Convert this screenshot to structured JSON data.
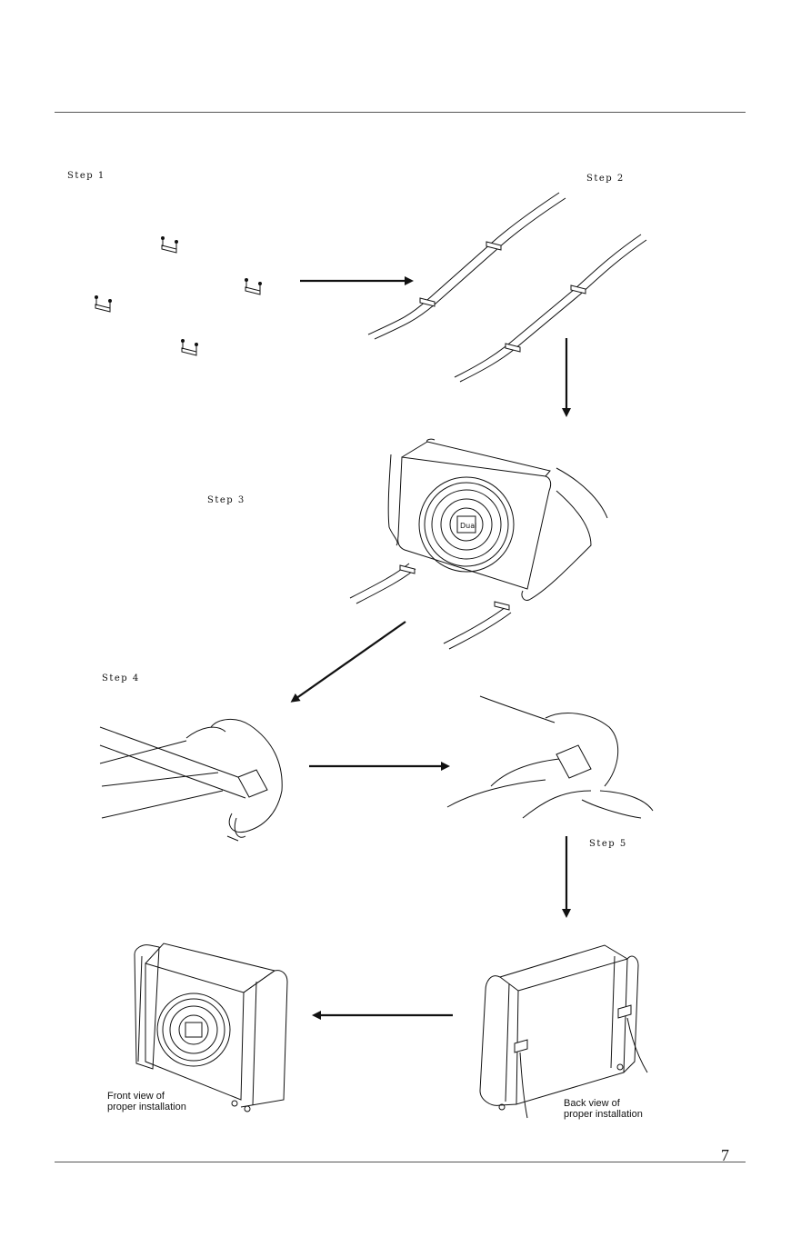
{
  "steps": {
    "step1": "Step 1",
    "step2": "Step 2",
    "step3": "Step 3",
    "step4": "Step 4",
    "step5": "Step 5"
  },
  "captions": {
    "front_line1": "Front view of",
    "front_line2": "proper installation",
    "back_line1": "Back view of",
    "back_line2": "proper installation"
  },
  "page_number": "7",
  "speaker_logo": "Dual"
}
